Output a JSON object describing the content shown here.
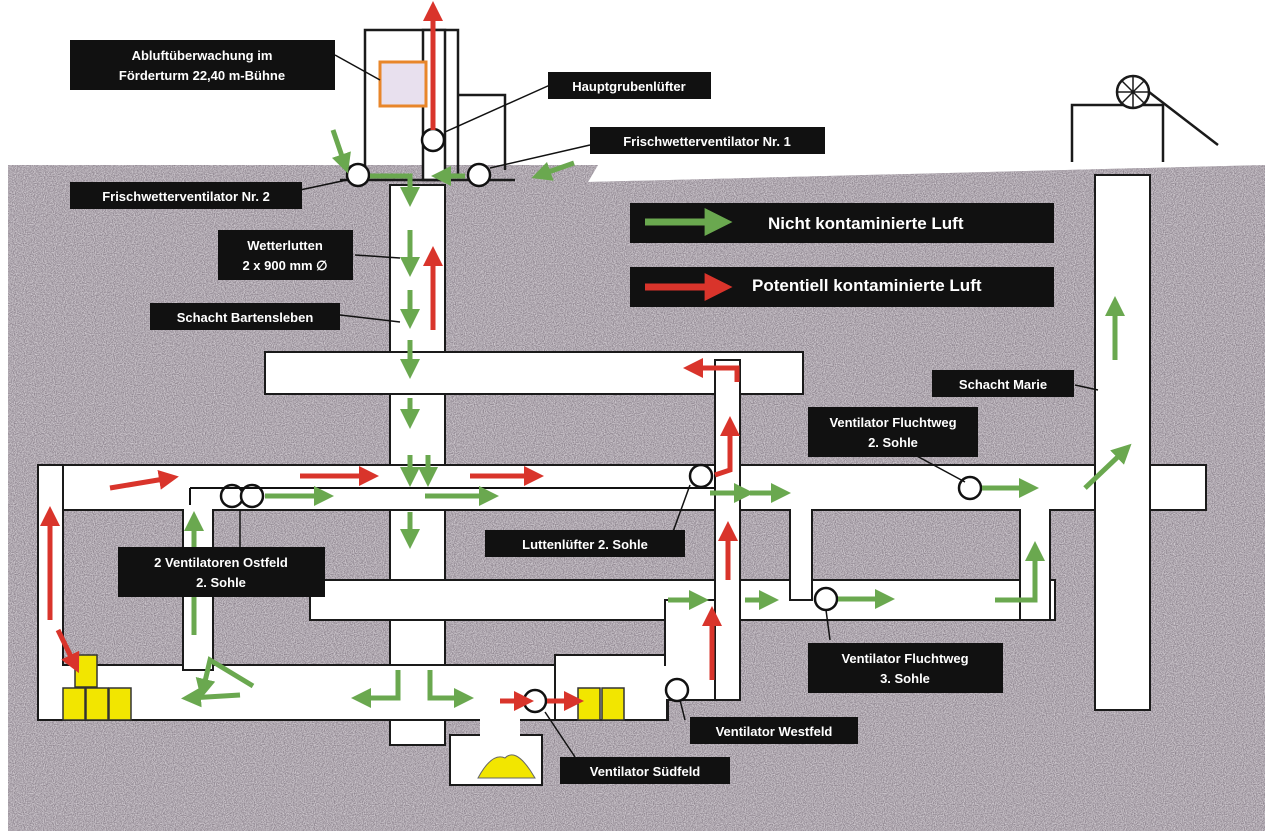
{
  "labels": {
    "abluft_line1": "Abluftüberwachung im",
    "abluft_line2": "Förderturm 22,40 m-Bühne",
    "hauptgrubenluefter": "Hauptgrubenlüfter",
    "frischwetter_1": "Frischwetterventilator Nr. 1",
    "frischwetter_2": "Frischwetterventilator Nr. 2",
    "wetterlutten_line1": "Wetterlutten",
    "wetterlutten_line2": "2 x 900 mm ∅",
    "schacht_bartensleben": "Schacht Bartensleben",
    "schacht_marie": "Schacht Marie",
    "ventilator_fluchtweg_2_line1": "Ventilator Fluchtweg",
    "ventilator_fluchtweg_2_line2": "2. Sohle",
    "luttenluefter": "Luttenlüfter 2. Sohle",
    "ventilatoren_ostfeld_line1": "2 Ventilatoren Ostfeld",
    "ventilatoren_ostfeld_line2": "2. Sohle",
    "ventilator_fluchtweg_3_line1": "Ventilator Fluchtweg",
    "ventilator_fluchtweg_3_line2": "3. Sohle",
    "ventilator_westfeld": "Ventilator Westfeld",
    "ventilator_suedfeld": "Ventilator Südfeld"
  },
  "legend": {
    "clean_air": "Nicht kontaminierte Luft",
    "contaminated_air": "Potentiell kontaminierte Luft"
  },
  "colors": {
    "clean": "#6aa84f",
    "contaminated": "#d9342b",
    "rock": "#9a8f97",
    "tunnel": "#ffffff",
    "label_bg": "#111111",
    "monitor": "#e8862a",
    "waste": "#f2e600"
  }
}
